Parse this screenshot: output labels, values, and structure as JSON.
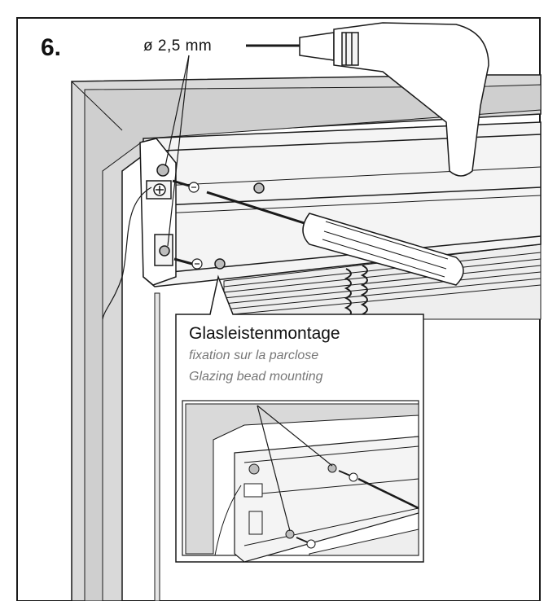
{
  "step": {
    "number": "6."
  },
  "drill": {
    "size_label": "ø 2,5 mm"
  },
  "caption": {
    "de": "Glasleistenmontage",
    "fr": "fixation sur la parclose",
    "en": "Glazing bead mounting"
  },
  "colors": {
    "frame_fill": "#d9d9d9",
    "line": "#1a1a1a",
    "rail_fill": "#f4f4f4",
    "hole_fill": "#bdbdbd",
    "caption_gray": "#777777"
  },
  "icons": [
    "drill-icon",
    "screwdriver-icon",
    "screw-icon",
    "mounting-bracket-icon",
    "pleated-fabric-icon"
  ]
}
